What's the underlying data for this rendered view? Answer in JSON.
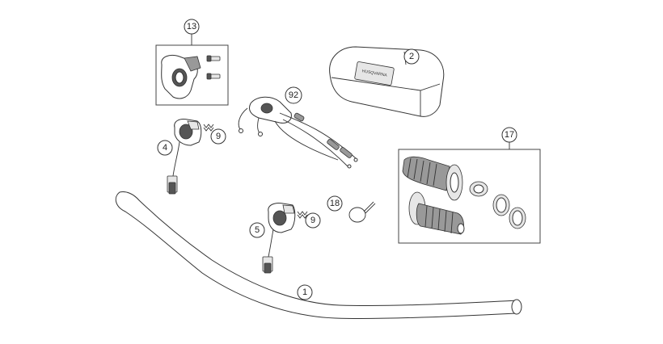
{
  "callouts": {
    "c1": "1",
    "c2": "2",
    "c4": "4",
    "c5": "5",
    "c9a": "9",
    "c9b": "9",
    "c13": "13",
    "c17": "17",
    "c18": "18",
    "c92": "92"
  },
  "pad_logo_text": "HUSQVARNA"
}
